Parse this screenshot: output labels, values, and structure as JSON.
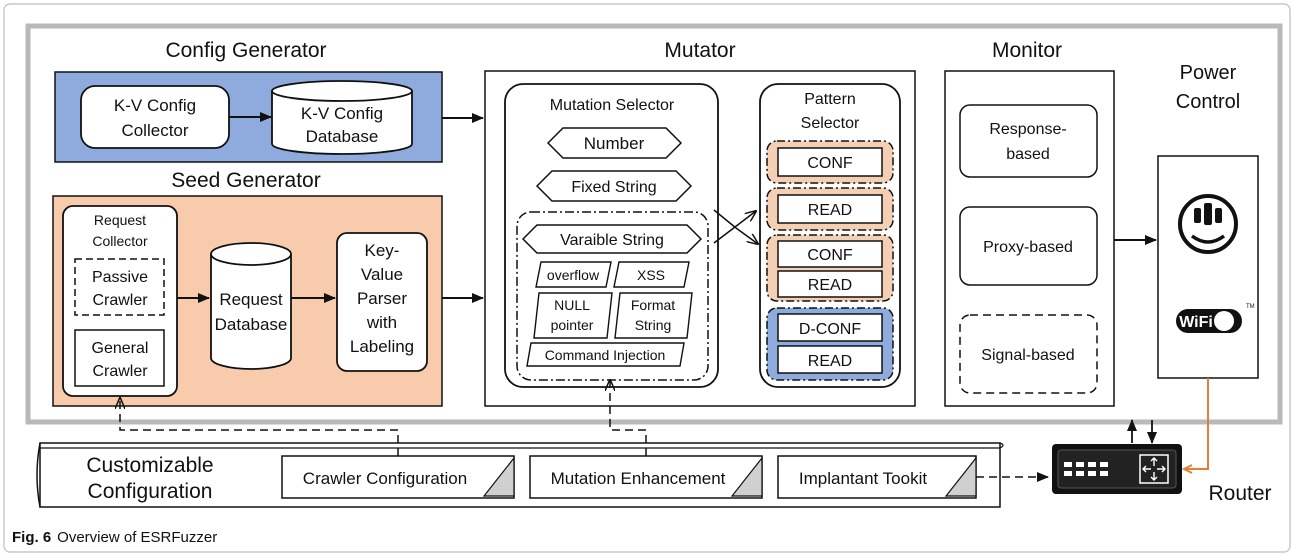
{
  "config_generator": {
    "title": "Config Generator",
    "collector": [
      "K-V Config",
      "Collector"
    ],
    "database": [
      "K-V Config",
      "Database"
    ]
  },
  "seed_generator": {
    "title": "Seed Generator",
    "request_collector": [
      "Request",
      "Collector"
    ],
    "passive_crawler": [
      "Passive",
      "Crawler"
    ],
    "general_crawler": [
      "General",
      "Crawler"
    ],
    "request_database": [
      "Request",
      "Database"
    ],
    "parser": [
      "Key-",
      "Value",
      "Parser",
      "with",
      "Labeling"
    ]
  },
  "mutator": {
    "title": "Mutator",
    "selector_title": "Mutation Selector",
    "number": "Number",
    "fixed_string": "Fixed String",
    "variable_string": "Varaible String",
    "overflow": "overflow",
    "xss": "XSS",
    "null_pointer": [
      "NULL",
      "pointer"
    ],
    "format_string": [
      "Format",
      "String"
    ],
    "command_injection": "Command Injection",
    "pattern_title": [
      "Pattern",
      "Selector"
    ],
    "patterns": [
      [
        "CONF"
      ],
      [
        "READ"
      ],
      [
        "CONF",
        "READ"
      ],
      [
        "D-CONF",
        "READ"
      ]
    ],
    "colors": {
      "orange_group": "#f5cfb4",
      "blue_group": "#8faadc"
    }
  },
  "monitor": {
    "title": "Monitor",
    "response": [
      "Response-",
      "based"
    ],
    "proxy": "Proxy-based",
    "signal": "Signal-based"
  },
  "power_control": {
    "title": [
      "Power",
      "Control"
    ],
    "icons": [
      "power-socket-icon",
      "wifi-logo-icon"
    ],
    "wifi_text": "WiFi",
    "tm": "TM"
  },
  "configuration": {
    "title": [
      "Customizable",
      "Configuration"
    ],
    "items": [
      "Crawler Configuration",
      "Mutation Enhancement",
      "Implantant Tookit"
    ]
  },
  "router": {
    "label": "Router",
    "icon": "router-icon"
  },
  "caption": {
    "prefix": "Fig. 6",
    "text": "Overview of ESRFuzzer"
  },
  "colors": {
    "config_fill": "#8faadc",
    "seed_fill": "#f8cbad",
    "orange_line": "#e2803a"
  }
}
